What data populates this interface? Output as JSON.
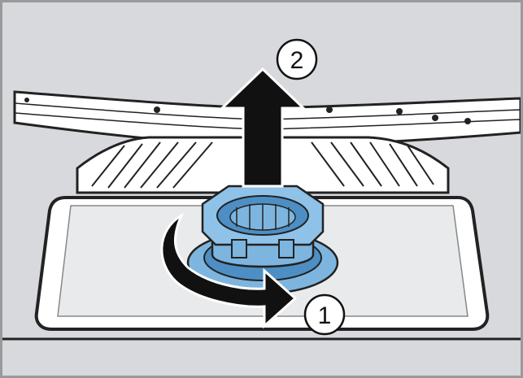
{
  "figure": {
    "steps": [
      {
        "number": "1",
        "action": "rotate-counterclockwise",
        "icon": "curved-arrow-icon"
      },
      {
        "number": "2",
        "action": "lift-up",
        "icon": "up-arrow-icon"
      }
    ],
    "colors": {
      "background": "#d7d9dc",
      "highlight_part": "#7db5df",
      "highlight_dark": "#4d8fc4",
      "arrow": "#111111",
      "outline": "#222222"
    }
  }
}
